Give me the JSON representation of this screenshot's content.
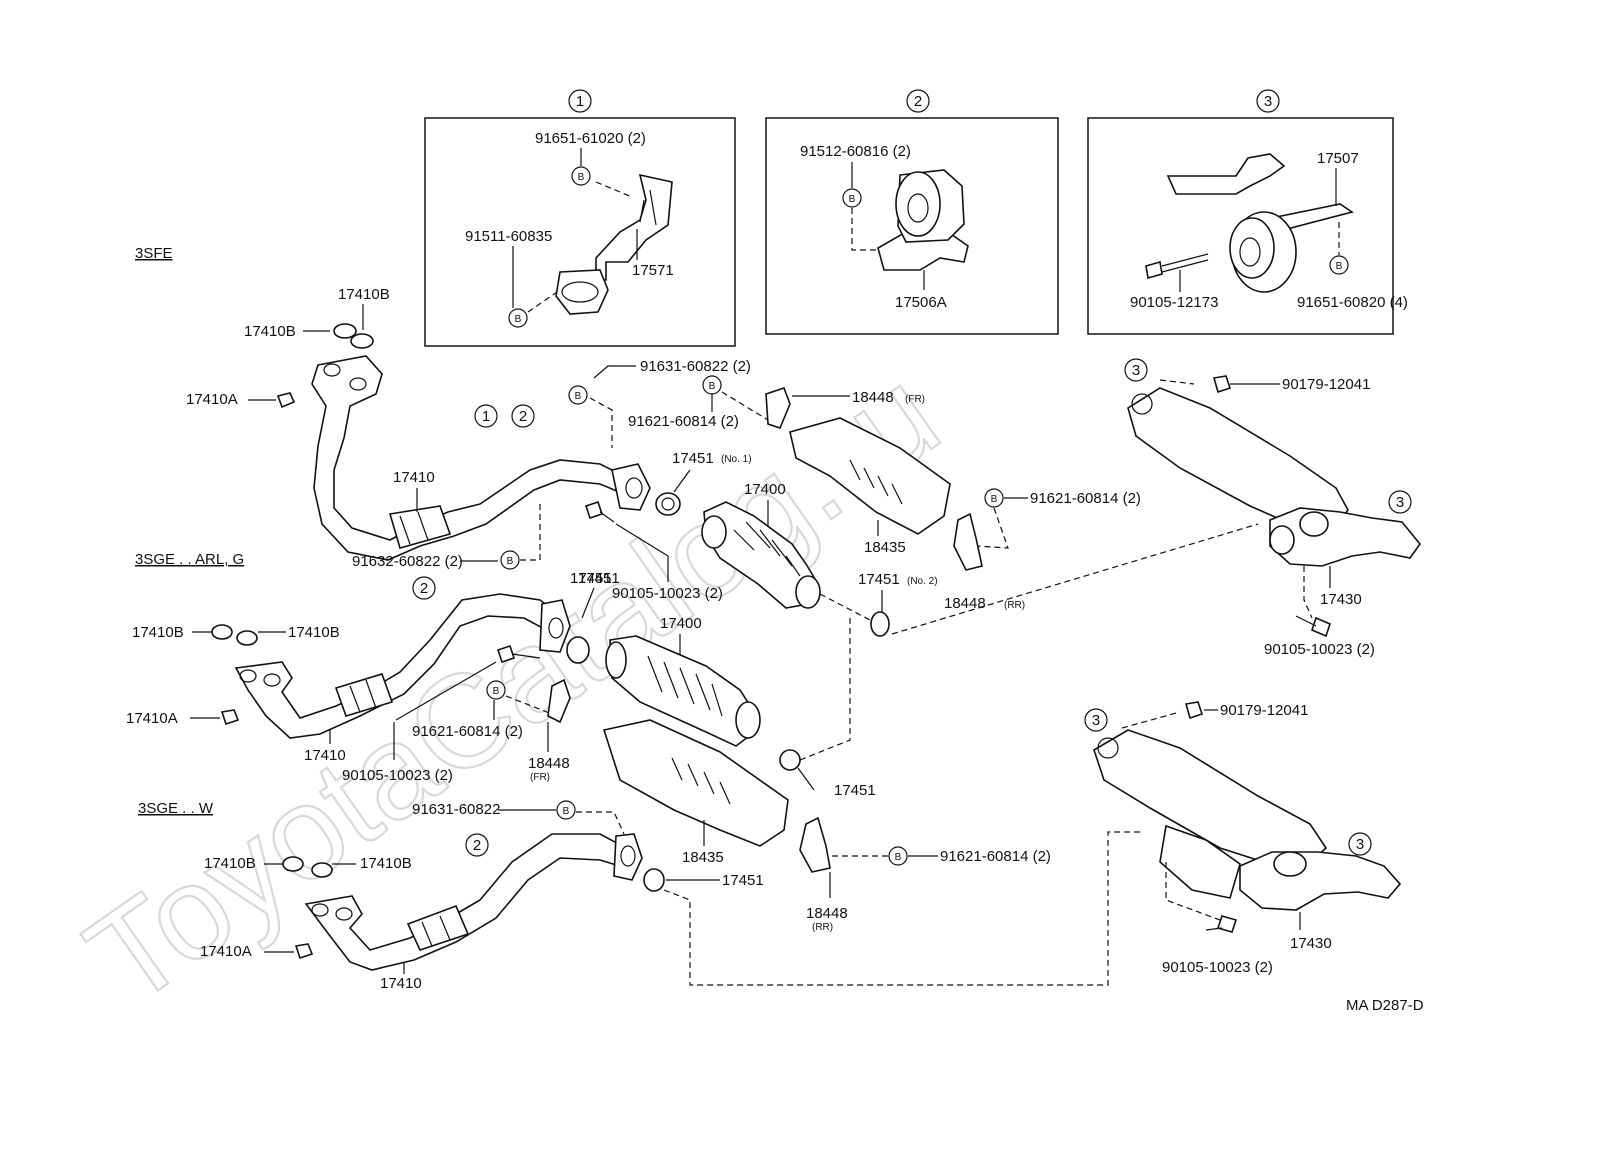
{
  "watermark": "ToyotaCatalog.ru",
  "diagram_code": "MA D287-D",
  "sections": {
    "s3sfe": "3SFE",
    "s3sge_arl": "3SGE . . ARL, G",
    "s3sge_w": "3SGE . . W"
  },
  "detail_markers": {
    "one": "1",
    "two": "2",
    "three": "3",
    "bolt": "B"
  },
  "box1": {
    "p1": "91651-61020 (2)",
    "p2": "91511-60835",
    "p3": "17571"
  },
  "box2": {
    "p1": "91512-60816 (2)",
    "p2": "17506A"
  },
  "box3": {
    "p1": "17507",
    "p2": "90105-12173",
    "p3": "91651-60820 (4)"
  },
  "labels": {
    "a_17410B_1": "17410B",
    "a_17410B_2": "17410B",
    "a_17410A": "17410A",
    "a_17410": "17410",
    "a_91632": "91632-60822 (2)",
    "a_91631": "91631-60822 (2)",
    "a_91621_a": "91621-60814 (2)",
    "a_18448_fr": "18448",
    "a_18448_fr_tag": "(FR)",
    "a_17451": "17451",
    "a_17451_tag": "(No. 1)",
    "a_17400": "17400",
    "a_18435": "18435",
    "a_91621_b": "91621-60814 (2)",
    "a_18448_rr": "18448",
    "a_18448_rr_tag": "(RR)",
    "a_17451_2": "17451",
    "a_17451_2_tag": "(No. 2)",
    "a_90105_10023": "90105-10023 (2)",
    "b_17410B_1": "17410B",
    "b_17410B_2": "17410B",
    "b_17410A": "17410A",
    "b_17410": "17410",
    "b_17451": "17451",
    "b_17400": "17400",
    "b_90105": "90105-10023 (2)",
    "b_91621": "91621-60814 (2)",
    "b_18448": "18448",
    "b_18448_tag": "(FR)",
    "b_17451_lower": "17451",
    "c_17410B_1": "17410B",
    "c_17410B_2": "17410B",
    "c_17410A": "17410A",
    "c_17410": "17410",
    "c_91631": "91631-60822",
    "c_18435": "18435",
    "c_17451": "17451",
    "c_91621": "91621-60814 (2)",
    "c_18448": "18448",
    "c_18448_tag": "(RR)",
    "m1_90179": "90179-12041",
    "m1_17430": "17430",
    "m1_90105": "90105-10023 (2)",
    "m2_90179": "90179-12041",
    "m2_17430": "17430",
    "m2_90105": "90105-10023 (2)"
  }
}
